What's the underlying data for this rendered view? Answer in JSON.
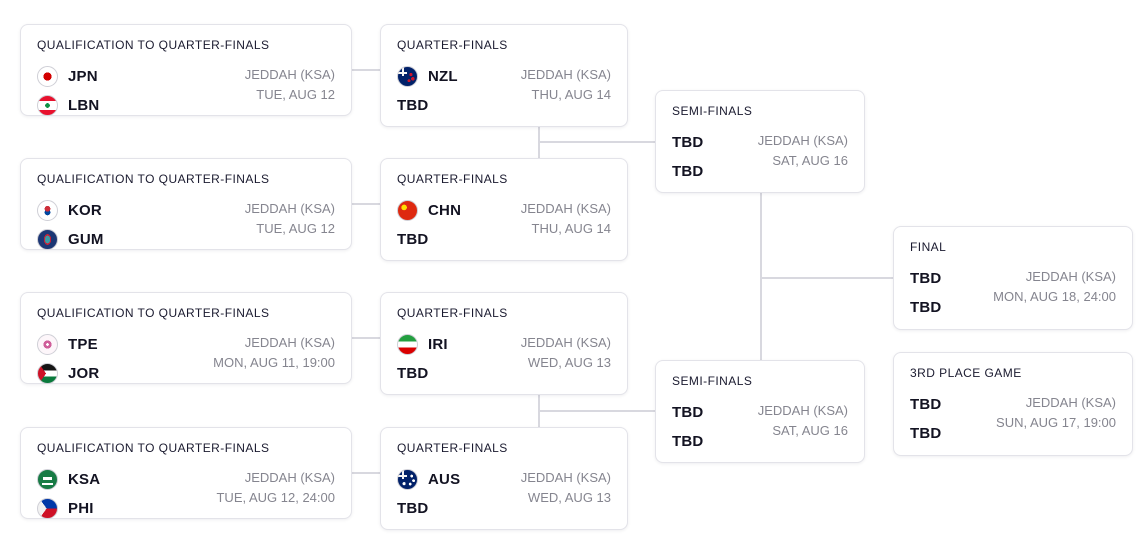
{
  "colors": {
    "background": "#ffffff",
    "card_border": "#e3e3e9",
    "title_text": "#1a1a2f",
    "team_text": "#131322",
    "meta_text": "#85858f",
    "connector": "#d8d8df"
  },
  "matches": [
    {
      "round": "QUALIFICATION TO QUARTER-FINALS",
      "venue": "JEDDAH (KSA)",
      "date": "TUE, AUG 12",
      "teams": [
        {
          "code": "JPN",
          "flag": "jpn"
        },
        {
          "code": "LBN",
          "flag": "lbn"
        }
      ]
    },
    {
      "round": "QUALIFICATION TO QUARTER-FINALS",
      "venue": "JEDDAH (KSA)",
      "date": "TUE, AUG 12",
      "teams": [
        {
          "code": "KOR",
          "flag": "kor"
        },
        {
          "code": "GUM",
          "flag": "gum"
        }
      ]
    },
    {
      "round": "QUALIFICATION TO QUARTER-FINALS",
      "venue": "JEDDAH (KSA)",
      "date": "MON, AUG 11, 19:00",
      "teams": [
        {
          "code": "TPE",
          "flag": "tpe"
        },
        {
          "code": "JOR",
          "flag": "jor"
        }
      ]
    },
    {
      "round": "QUALIFICATION TO QUARTER-FINALS",
      "venue": "JEDDAH (KSA)",
      "date": "TUE, AUG 12, 24:00",
      "teams": [
        {
          "code": "KSA",
          "flag": "ksa"
        },
        {
          "code": "PHI",
          "flag": "phi"
        }
      ]
    },
    {
      "round": "QUARTER-FINALS",
      "venue": "JEDDAH (KSA)",
      "date": "THU, AUG 14",
      "teams": [
        {
          "code": "NZL",
          "flag": "nzl"
        },
        {
          "code": "TBD"
        }
      ]
    },
    {
      "round": "QUARTER-FINALS",
      "venue": "JEDDAH (KSA)",
      "date": "THU, AUG 14",
      "teams": [
        {
          "code": "CHN",
          "flag": "chn"
        },
        {
          "code": "TBD"
        }
      ]
    },
    {
      "round": "QUARTER-FINALS",
      "venue": "JEDDAH (KSA)",
      "date": "WED, AUG 13",
      "teams": [
        {
          "code": "IRI",
          "flag": "iri"
        },
        {
          "code": "TBD"
        }
      ]
    },
    {
      "round": "QUARTER-FINALS",
      "venue": "JEDDAH (KSA)",
      "date": "WED, AUG 13",
      "teams": [
        {
          "code": "AUS",
          "flag": "aus"
        },
        {
          "code": "TBD"
        }
      ]
    },
    {
      "round": "SEMI-FINALS",
      "venue": "JEDDAH (KSA)",
      "date": "SAT, AUG 16",
      "teams": [
        {
          "code": "TBD"
        },
        {
          "code": "TBD"
        }
      ]
    },
    {
      "round": "SEMI-FINALS",
      "venue": "JEDDAH (KSA)",
      "date": "SAT, AUG 16",
      "teams": [
        {
          "code": "TBD"
        },
        {
          "code": "TBD"
        }
      ]
    },
    {
      "round": "FINAL",
      "venue": "JEDDAH (KSA)",
      "date": "MON, AUG 18, 24:00",
      "teams": [
        {
          "code": "TBD"
        },
        {
          "code": "TBD"
        }
      ]
    },
    {
      "round": "3RD PLACE GAME",
      "venue": "JEDDAH (KSA)",
      "date": "SUN, AUG 17, 19:00",
      "teams": [
        {
          "code": "TBD"
        },
        {
          "code": "TBD"
        }
      ]
    }
  ]
}
